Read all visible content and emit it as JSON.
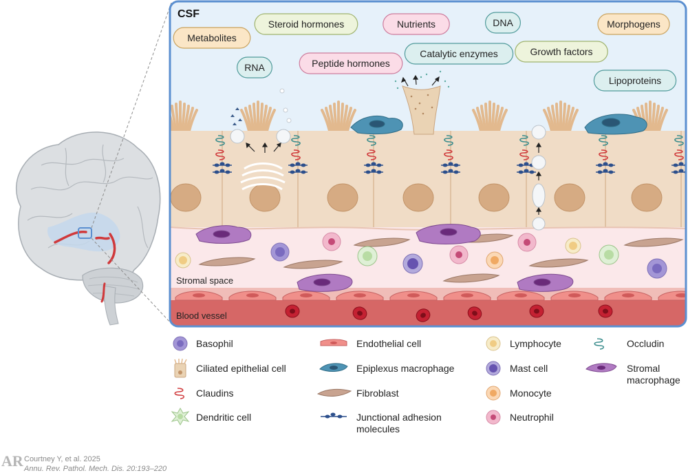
{
  "diagram": {
    "region_labels": {
      "csf": "CSF",
      "stromal": "Stromal space",
      "blood": "Blood vessel"
    },
    "molecules": [
      {
        "text": "Metabolites",
        "color": "orange"
      },
      {
        "text": "Steroid hormones",
        "color": "green"
      },
      {
        "text": "Nutrients",
        "color": "pink"
      },
      {
        "text": "DNA",
        "color": "teal"
      },
      {
        "text": "Morphogens",
        "color": "orange"
      },
      {
        "text": "RNA",
        "color": "teal"
      },
      {
        "text": "Peptide hormones",
        "color": "pink"
      },
      {
        "text": "Catalytic enzymes",
        "color": "teal"
      },
      {
        "text": "Growth factors",
        "color": "green"
      },
      {
        "text": "Lipoproteins",
        "color": "teal"
      }
    ],
    "legend": [
      {
        "label": "Basophil",
        "icon": "basophil-icon"
      },
      {
        "label": "Ciliated epithelial cell",
        "icon": "ciliated-epithelial-cell-icon"
      },
      {
        "label": "Claudins",
        "icon": "claudins-icon"
      },
      {
        "label": "Dendritic cell",
        "icon": "dendritic-cell-icon"
      },
      {
        "label": "Endothelial cell",
        "icon": "endothelial-cell-icon"
      },
      {
        "label": "Epiplexus macrophage",
        "icon": "epiplexus-macrophage-icon"
      },
      {
        "label": "Fibroblast",
        "icon": "fibroblast-icon"
      },
      {
        "label": "Junctional adhesion",
        "label2": "molecules",
        "icon": "junctional-adhesion-molecules-icon"
      },
      {
        "label": "Lymphocyte",
        "icon": "lymphocyte-icon"
      },
      {
        "label": "Mast cell",
        "icon": "mast-cell-icon"
      },
      {
        "label": "Monocyte",
        "icon": "monocyte-icon"
      },
      {
        "label": "Neutrophil",
        "icon": "neutrophil-icon"
      },
      {
        "label": "Occludin",
        "icon": "occludin-icon"
      },
      {
        "label": "Stromal",
        "label2": "macrophage",
        "icon": "stromal-macrophage-icon"
      }
    ],
    "credit": {
      "line1": "Courtney Y, et al. 2025",
      "line2": "Annu. Rev. Pathol. Mech. Dis. 20:193–220"
    },
    "colors": {
      "frame": "#5b8fd0",
      "csf_bg": "#e6f1fa",
      "epithelium": "#f0dcc6",
      "nucleus": "#d6ab83",
      "stroma_bg": "#fbe8ea",
      "vessel": "#d66766",
      "rbc": "#c42132",
      "pill_orange": "#fbe6c6",
      "pill_green": "#eef4dc",
      "pill_pink": "#fbdce7",
      "pill_teal": "#dcefef"
    }
  }
}
